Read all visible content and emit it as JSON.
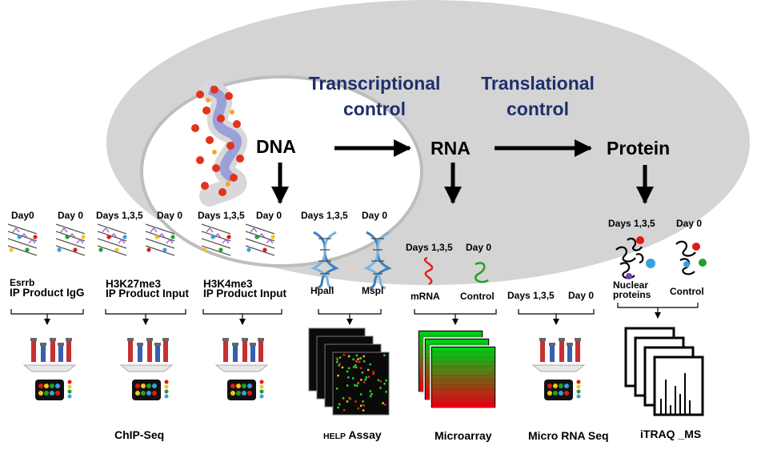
{
  "colors": {
    "ellipse": "#d4d4d4",
    "title": "#1f2f6b",
    "mrna": "#e0231b",
    "control": "#22a02a",
    "heat_red": "#e01b12",
    "heat_green": "#1fbf2a"
  },
  "top": {
    "transcriptional": [
      "Transcriptional",
      "control"
    ],
    "translational": [
      "Translational",
      "control"
    ],
    "dna": "DNA",
    "rna": "RNA",
    "protein": "Protein"
  },
  "chip_esrrb": {
    "day_a": "Day0",
    "day_b": "Day 0",
    "label1": "Esrrb",
    "label2": "IP Product  IgG"
  },
  "chip_k27": {
    "day_a": "Days 1,3,5",
    "day_b": "Day 0",
    "label1": "H3K27me3",
    "label2": "IP Product   Input"
  },
  "chip_k4": {
    "day_a": "Days 1,3,5",
    "day_b": "Day 0",
    "label1": "H3K4me3",
    "label2": "IP Product Input"
  },
  "help": {
    "days": "Days  1,3,5",
    "day0": "Day 0",
    "hpall": "Hpall",
    "mspl": "Mspl"
  },
  "micro": {
    "days": "Days 1,3,5",
    "day0": "Day 0",
    "mrna": "mRNA",
    "control": "Control"
  },
  "mirna": {
    "days": "Days 1,3,5",
    "day0": "Day 0"
  },
  "itraq": {
    "days": "Days 1,3,5",
    "day0": "Day 0",
    "nuclear1": "Nuclear",
    "nuclear2": "proteins",
    "control": "Control"
  },
  "methods": {
    "chip": "ChIP-Seq",
    "help_small": "HELP",
    "help_rest": "Assay",
    "microarray": "Microarray",
    "mirna": "Micro RNA Seq",
    "itraq": "iTRAQ _MS"
  }
}
